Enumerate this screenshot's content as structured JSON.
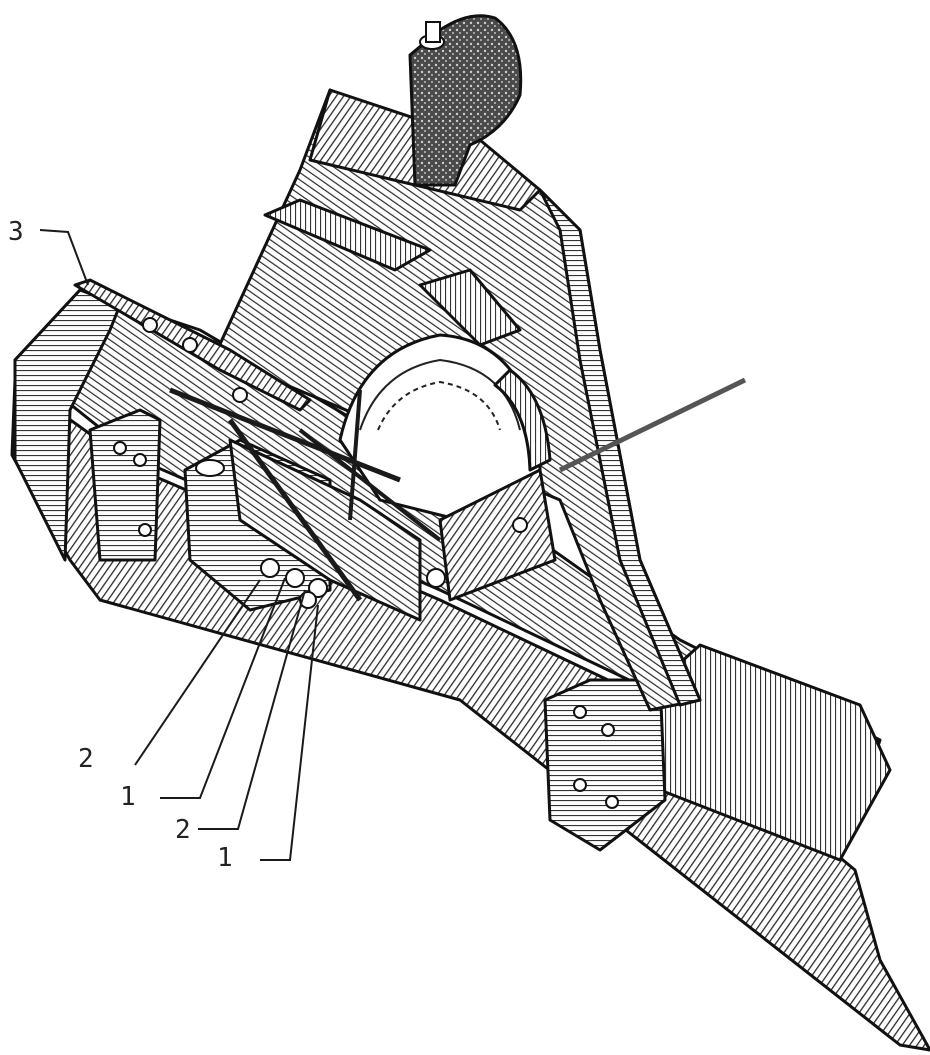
{
  "figure": {
    "subject": "machine-assembly-isometric-drawing",
    "callouts": [
      {
        "id": "c3",
        "text": "3"
      },
      {
        "id": "c2a",
        "text": "2"
      },
      {
        "id": "c1a",
        "text": "1"
      },
      {
        "id": "c2b",
        "text": "2"
      },
      {
        "id": "c1b",
        "text": "1"
      }
    ]
  },
  "colors": {
    "ink": "#1a1a1a",
    "hatch_light": "#8f8f8f",
    "hatch_dark": "#3a3a3a",
    "paper": "#ffffff"
  }
}
